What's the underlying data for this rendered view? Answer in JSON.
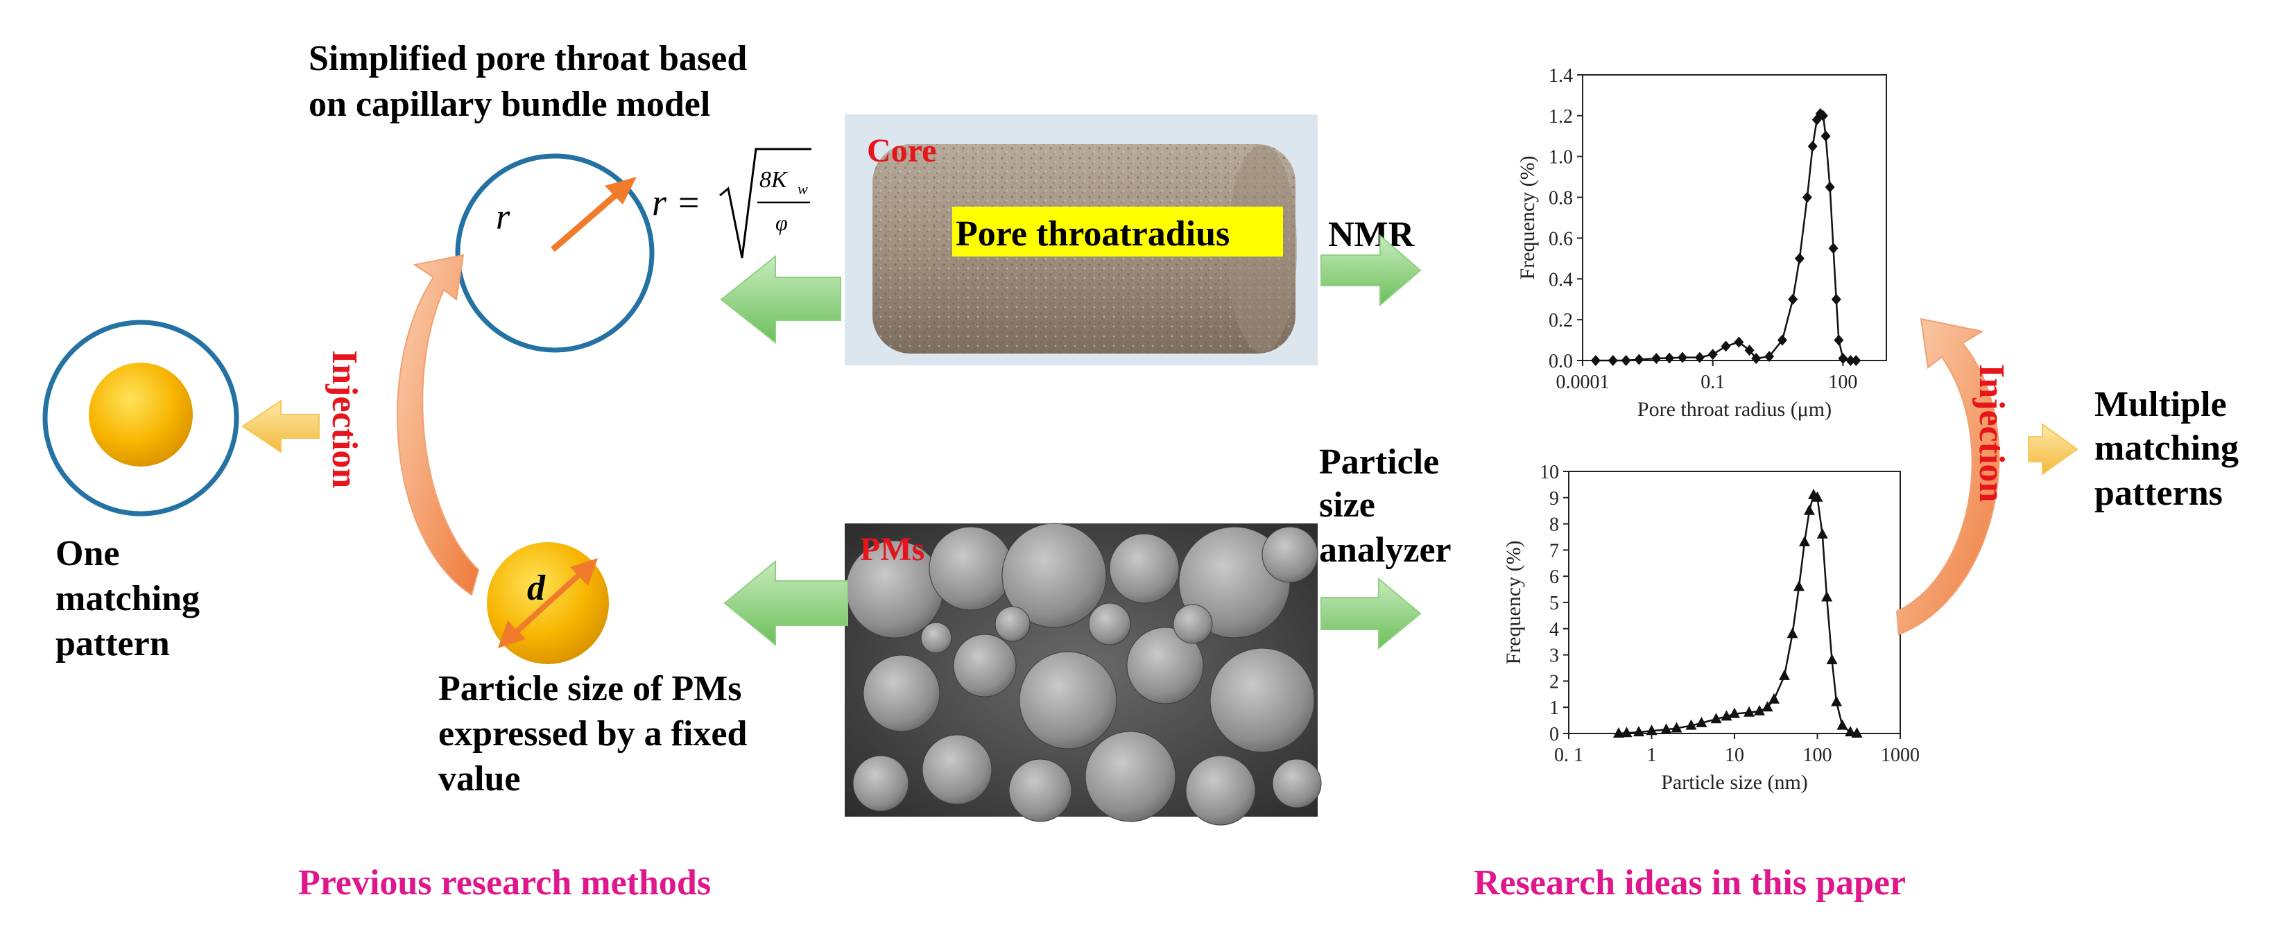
{
  "diagram": {
    "left_title_line1": "Simplified pore throat based",
    "left_title_line2": "on capillary bundle model",
    "core_label": "Core",
    "core_highlight": "Pore throatradius",
    "circle_symbol": "r",
    "formula_lhs": "r =",
    "formula_num": "8K",
    "formula_sub": "w",
    "formula_den": "φ",
    "nmr_label": "NMR",
    "injection_label": "Injection",
    "one_matching": [
      "One",
      "matching",
      "pattern"
    ],
    "particle_symbol": "d",
    "pms_label": "PMs",
    "particle_desc": [
      "Particle size of PMs",
      "expressed by a fixed",
      "value"
    ],
    "analyzer_label": [
      "Particle",
      "size",
      "analyzer"
    ],
    "multiple_matching": [
      "Multiple",
      "matching",
      "patterns"
    ],
    "previous_methods": "Previous research methods",
    "research_ideas": "Research ideas in this paper"
  },
  "colors": {
    "red_label": "#e8141c",
    "magenta_caption": "#e0168c",
    "circle_blue": "#2471a3",
    "arrow_orange": "#f07b2a",
    "ball_gold": "#f7b500",
    "green_arrow": "#79c66a",
    "yellow_arrow": "#f6c75a",
    "highlight_yellow": "#ffff00"
  },
  "chart_data": [
    {
      "type": "line",
      "xlabel": "Pore throat radius (μm)",
      "ylabel": "Frequency (%)",
      "xscale": "log",
      "xlim": [
        0.0001,
        1000
      ],
      "ylim": [
        0,
        1.4
      ],
      "xticks": [
        "0.0001",
        "0.1",
        "100"
      ],
      "xtick_values": [
        0.0001,
        0.1,
        100
      ],
      "yticks": [
        "0.0",
        "0.2",
        "0.4",
        "0.6",
        "0.8",
        "1.0",
        "1.2",
        "1.4"
      ],
      "ytick_values": [
        0,
        0.2,
        0.4,
        0.6,
        0.8,
        1.0,
        1.2,
        1.4
      ],
      "marker": "diamond",
      "x": [
        0.0002,
        0.0005,
        0.001,
        0.002,
        0.005,
        0.01,
        0.02,
        0.05,
        0.1,
        0.2,
        0.4,
        0.7,
        1,
        2,
        4,
        7,
        10,
        15,
        20,
        25,
        30,
        35,
        40,
        50,
        60,
        70,
        80,
        100,
        150,
        200
      ],
      "y": [
        0,
        0,
        0,
        0.005,
        0.01,
        0.012,
        0.015,
        0.015,
        0.03,
        0.07,
        0.09,
        0.05,
        0.01,
        0.02,
        0.1,
        0.3,
        0.5,
        0.8,
        1.05,
        1.18,
        1.21,
        1.2,
        1.1,
        0.85,
        0.55,
        0.3,
        0.1,
        0.01,
        0,
        0
      ]
    },
    {
      "type": "line",
      "xlabel": "Particle size (nm)",
      "ylabel": "Frequency (%)",
      "xscale": "log",
      "xlim": [
        0.1,
        1000
      ],
      "ylim": [
        0,
        10
      ],
      "xticks": [
        "0. 1",
        "1",
        "10",
        "100",
        "1000"
      ],
      "xtick_values": [
        0.1,
        1,
        10,
        100,
        1000
      ],
      "yticks": [
        "0",
        "1",
        "2",
        "3",
        "4",
        "5",
        "6",
        "7",
        "8",
        "9",
        "10"
      ],
      "ytick_values": [
        0,
        1,
        2,
        3,
        4,
        5,
        6,
        7,
        8,
        9,
        10
      ],
      "marker": "triangle",
      "x": [
        0.4,
        0.5,
        0.7,
        1,
        1.5,
        2,
        3,
        4,
        6,
        8,
        10,
        15,
        20,
        25,
        30,
        40,
        50,
        60,
        70,
        80,
        90,
        100,
        115,
        130,
        150,
        170,
        200,
        250,
        300
      ],
      "y": [
        0,
        0.02,
        0.05,
        0.1,
        0.15,
        0.2,
        0.3,
        0.4,
        0.55,
        0.65,
        0.75,
        0.8,
        0.85,
        1.0,
        1.3,
        2.2,
        3.8,
        5.6,
        7.3,
        8.5,
        9.1,
        9.0,
        7.6,
        5.2,
        2.8,
        1.2,
        0.3,
        0.05,
        0
      ]
    }
  ]
}
